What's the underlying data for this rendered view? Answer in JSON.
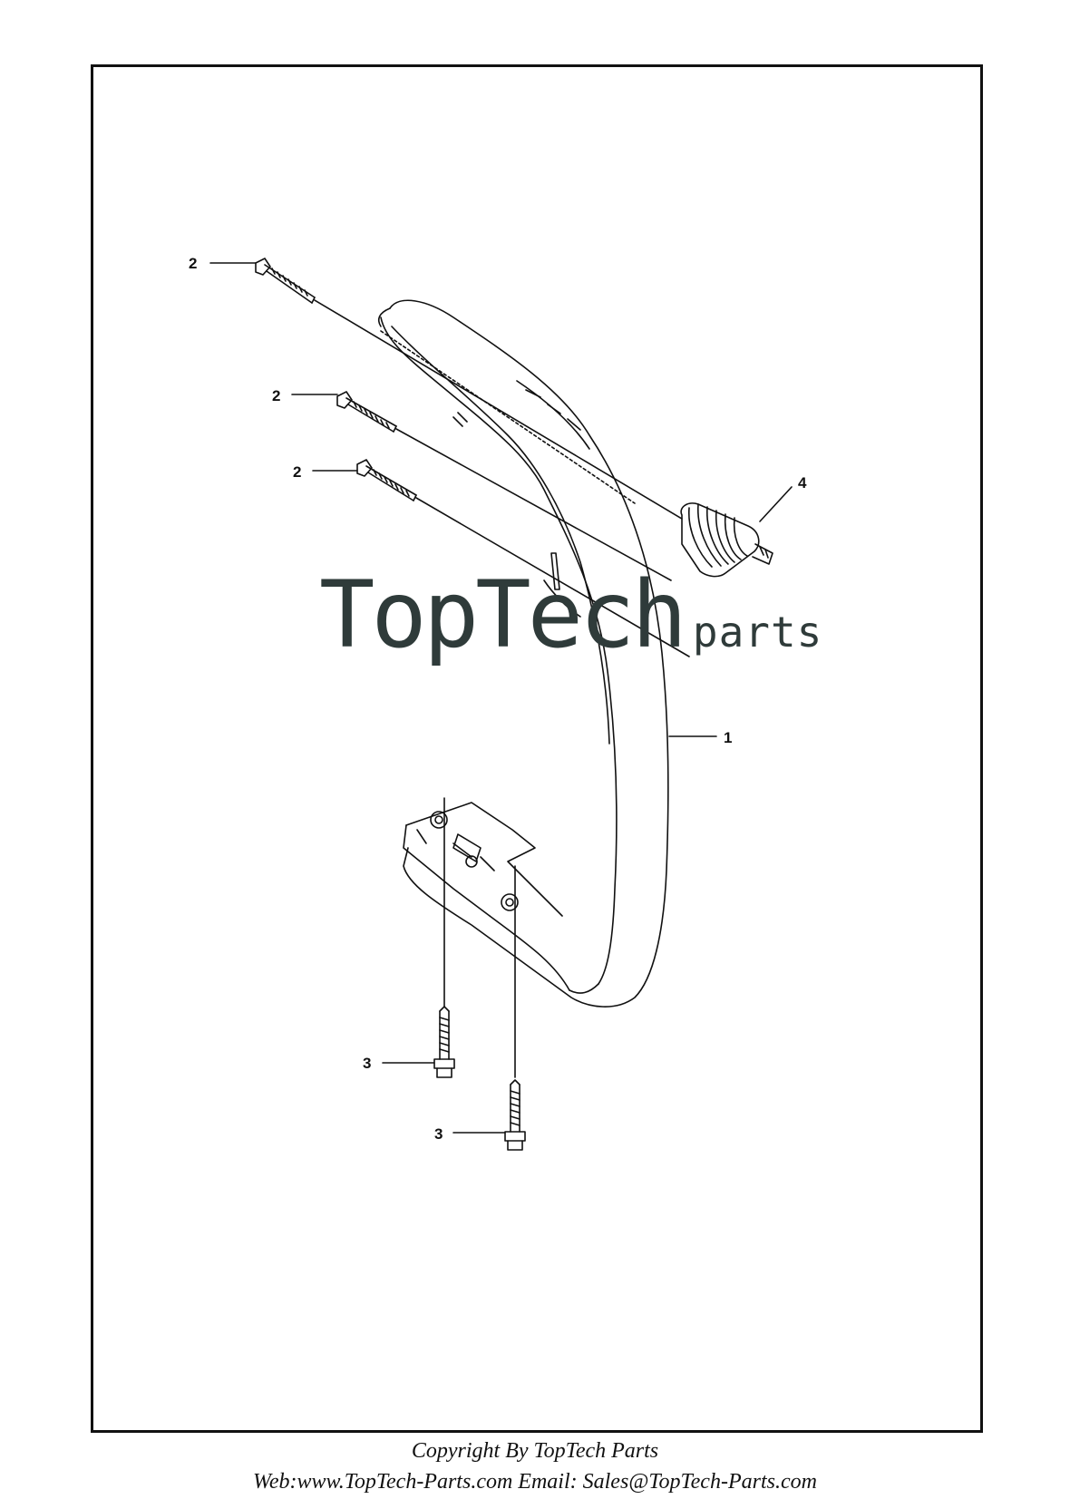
{
  "diagram": {
    "callouts": {
      "c1": "1",
      "c2a": "2",
      "c2b": "2",
      "c2c": "2",
      "c3a": "3",
      "c3b": "3",
      "c4": "4"
    }
  },
  "watermark": {
    "main": "TopTech",
    "sub": "parts"
  },
  "footer": {
    "copyright": "Copyright By TopTech Parts",
    "contact": "Web:www.TopTech-Parts.com  Email: Sales@TopTech-Parts.com"
  },
  "colors": {
    "line": "#111111",
    "watermark": "#2f3b3a"
  }
}
